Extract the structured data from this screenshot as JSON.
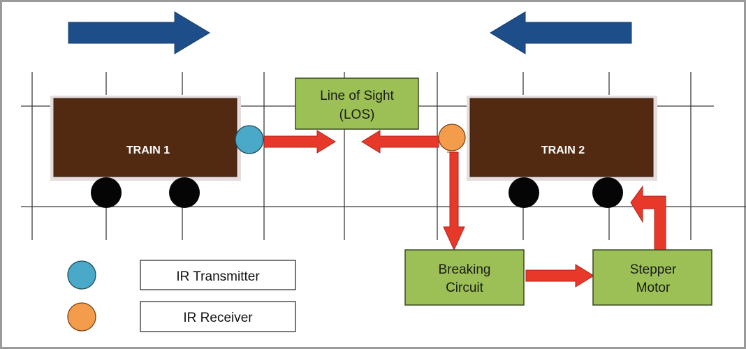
{
  "diagram": {
    "trains": [
      {
        "label": "TRAIN 1",
        "direction": "right",
        "sensor": "IR Transmitter"
      },
      {
        "label": "TRAIN 2",
        "direction": "left",
        "sensor": "IR Receiver"
      }
    ],
    "los_box": {
      "line1": "Line of Sight",
      "line2": "(LOS)"
    },
    "breaking_box": {
      "line1": "Breaking",
      "line2": "Circuit"
    },
    "stepper_box": {
      "line1": "Stepper",
      "line2": "Motor"
    },
    "legend": [
      {
        "label": "IR Transmitter",
        "color": "#4aa9c8"
      },
      {
        "label": "IR Receiver",
        "color": "#f39c4c"
      }
    ],
    "flow": [
      "IR Transmitter -> Line of Sight",
      "IR Receiver -> Line of Sight",
      "IR Receiver -> Breaking Circuit",
      "Breaking Circuit -> Stepper Motor",
      "Stepper Motor -> Train 2 wheel"
    ],
    "colors": {
      "train": "#522a12",
      "box": "#9cc055",
      "flow_arrow": "#e8382a",
      "direction_arrow": "#1d4e89",
      "transmitter": "#4aa9c8",
      "receiver": "#f39c4c"
    }
  }
}
